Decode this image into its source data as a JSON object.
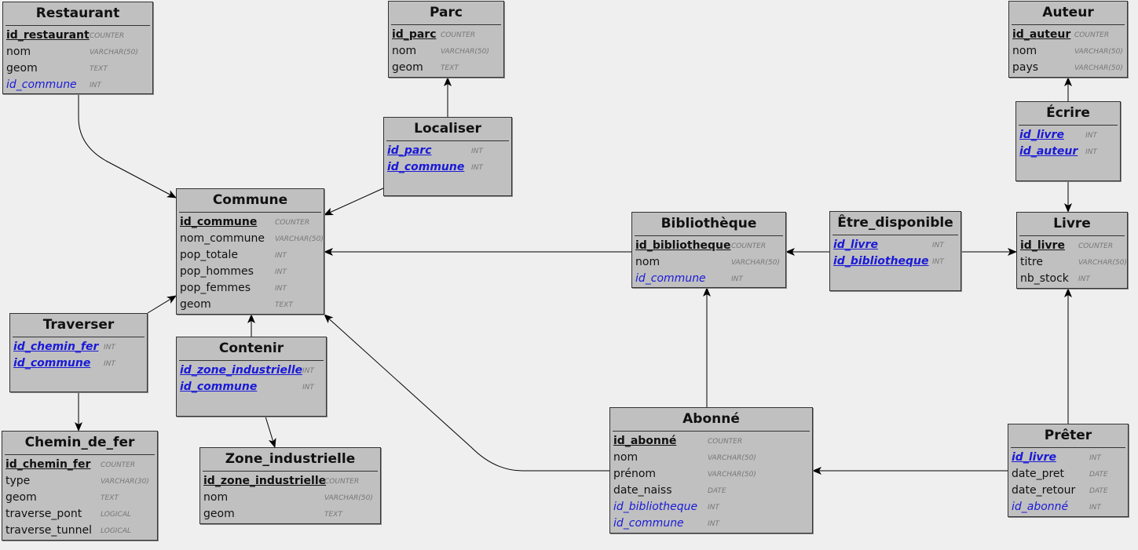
{
  "tables": [
    {
      "name": "Restaurant",
      "fields": [
        {
          "n": "id_restaurant",
          "t": "COUNTER",
          "k": "pk"
        },
        {
          "n": "nom",
          "t": "VARCHAR(50)",
          "k": ""
        },
        {
          "n": "geom",
          "t": "TEXT",
          "k": ""
        },
        {
          "n": "id_commune",
          "t": "INT",
          "k": "fk"
        }
      ]
    },
    {
      "name": "Parc",
      "fields": [
        {
          "n": "id_parc",
          "t": "COUNTER",
          "k": "pk"
        },
        {
          "n": "nom",
          "t": "VARCHAR(50)",
          "k": ""
        },
        {
          "n": "geom",
          "t": "TEXT",
          "k": ""
        }
      ]
    },
    {
      "name": "Auteur",
      "fields": [
        {
          "n": "id_auteur",
          "t": "COUNTER",
          "k": "pk"
        },
        {
          "n": "nom",
          "t": "VARCHAR(50)",
          "k": ""
        },
        {
          "n": "pays",
          "t": "VARCHAR(50)",
          "k": ""
        }
      ]
    },
    {
      "name": "Localiser",
      "fields": [
        {
          "n": "id_parc",
          "t": "INT",
          "k": "pkfk"
        },
        {
          "n": "id_commune",
          "t": "INT",
          "k": "pkfk"
        }
      ]
    },
    {
      "name": "Écrire",
      "fields": [
        {
          "n": "id_livre",
          "t": "INT",
          "k": "pkfk"
        },
        {
          "n": "id_auteur",
          "t": "INT",
          "k": "pkfk"
        }
      ]
    },
    {
      "name": "Commune",
      "fields": [
        {
          "n": "id_commune",
          "t": "COUNTER",
          "k": "pk"
        },
        {
          "n": "nom_commune",
          "t": "VARCHAR(50)",
          "k": ""
        },
        {
          "n": "pop_totale",
          "t": "INT",
          "k": ""
        },
        {
          "n": "pop_hommes",
          "t": "INT",
          "k": ""
        },
        {
          "n": "pop_femmes",
          "t": "INT",
          "k": ""
        },
        {
          "n": "geom",
          "t": "TEXT",
          "k": ""
        }
      ]
    },
    {
      "name": "Bibliothèque",
      "fields": [
        {
          "n": "id_bibliotheque",
          "t": "COUNTER",
          "k": "pk"
        },
        {
          "n": "nom",
          "t": "VARCHAR(50)",
          "k": ""
        },
        {
          "n": "id_commune",
          "t": "INT",
          "k": "fk"
        }
      ]
    },
    {
      "name": "Être_disponible",
      "fields": [
        {
          "n": "id_livre",
          "t": "INT",
          "k": "pkfk"
        },
        {
          "n": "id_bibliotheque",
          "t": "INT",
          "k": "pkfk"
        }
      ]
    },
    {
      "name": "Livre",
      "fields": [
        {
          "n": "id_livre",
          "t": "COUNTER",
          "k": "pk"
        },
        {
          "n": "titre",
          "t": "VARCHAR(50)",
          "k": ""
        },
        {
          "n": "nb_stock",
          "t": "INT",
          "k": ""
        }
      ]
    },
    {
      "name": "Traverser",
      "fields": [
        {
          "n": "id_chemin_fer",
          "t": "INT",
          "k": "pkfk"
        },
        {
          "n": "id_commune",
          "t": "INT",
          "k": "pkfk"
        }
      ]
    },
    {
      "name": "Contenir",
      "fields": [
        {
          "n": "id_zone_industrielle",
          "t": "INT",
          "k": "pkfk"
        },
        {
          "n": "id_commune",
          "t": "INT",
          "k": "pkfk"
        }
      ]
    },
    {
      "name": "Chemin_de_fer",
      "fields": [
        {
          "n": "id_chemin_fer",
          "t": "COUNTER",
          "k": "pk"
        },
        {
          "n": "type",
          "t": "VARCHAR(30)",
          "k": ""
        },
        {
          "n": "geom",
          "t": "TEXT",
          "k": ""
        },
        {
          "n": "traverse_pont",
          "t": "LOGICAL",
          "k": ""
        },
        {
          "n": "traverse_tunnel",
          "t": "LOGICAL",
          "k": ""
        }
      ]
    },
    {
      "name": "Zone_industrielle",
      "fields": [
        {
          "n": "id_zone_industrielle",
          "t": "COUNTER",
          "k": "pk"
        },
        {
          "n": "nom",
          "t": "VARCHAR(50)",
          "k": ""
        },
        {
          "n": "geom",
          "t": "TEXT",
          "k": ""
        }
      ]
    },
    {
      "name": "Abonné",
      "fields": [
        {
          "n": "id_abonné",
          "t": "COUNTER",
          "k": "pk"
        },
        {
          "n": "nom",
          "t": "VARCHAR(50)",
          "k": ""
        },
        {
          "n": "prénom",
          "t": "VARCHAR(50)",
          "k": ""
        },
        {
          "n": "date_naiss",
          "t": "DATE",
          "k": ""
        },
        {
          "n": "id_bibliotheque",
          "t": "INT",
          "k": "fk"
        },
        {
          "n": "id_commune",
          "t": "INT",
          "k": "fk"
        }
      ]
    },
    {
      "name": "Prêter",
      "fields": [
        {
          "n": "id_livre",
          "t": "INT",
          "k": "pkfk"
        },
        {
          "n": "date_pret",
          "t": "DATE",
          "k": ""
        },
        {
          "n": "date_retour",
          "t": "DATE",
          "k": ""
        },
        {
          "n": "id_abonné",
          "t": "INT",
          "k": "fk"
        }
      ]
    }
  ],
  "links": [
    {
      "from": "Restaurant",
      "to": "Commune"
    },
    {
      "from": "Localiser",
      "to": "Parc"
    },
    {
      "from": "Localiser",
      "to": "Commune"
    },
    {
      "from": "Traverser",
      "to": "Commune"
    },
    {
      "from": "Traverser",
      "to": "Chemin_de_fer"
    },
    {
      "from": "Contenir",
      "to": "Commune"
    },
    {
      "from": "Contenir",
      "to": "Zone_industrielle"
    },
    {
      "from": "Bibliothèque",
      "to": "Commune"
    },
    {
      "from": "Être_disponible",
      "to": "Bibliothèque"
    },
    {
      "from": "Être_disponible",
      "to": "Livre"
    },
    {
      "from": "Écrire",
      "to": "Auteur"
    },
    {
      "from": "Écrire",
      "to": "Livre"
    },
    {
      "from": "Abonné",
      "to": "Bibliothèque"
    },
    {
      "from": "Abonné",
      "to": "Commune"
    },
    {
      "from": "Prêter",
      "to": "Abonné"
    },
    {
      "from": "Prêter",
      "to": "Livre"
    }
  ]
}
